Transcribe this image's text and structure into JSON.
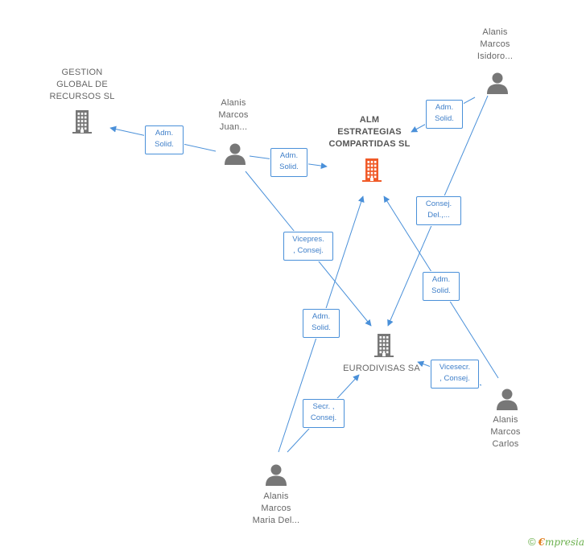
{
  "colors": {
    "edge": "#4a90d9",
    "node_icon": "#777777",
    "focus_icon": "#f05a28",
    "edge_label_text": "#3f7fc9"
  },
  "nodes": {
    "gestion": {
      "label": [
        "GESTION",
        "GLOBAL DE",
        "RECURSOS SL"
      ],
      "icon": "building-icon"
    },
    "alm": {
      "label": [
        "ALM",
        "ESTRATEGIAS",
        "COMPARTIDAS SL"
      ],
      "icon": "building-icon"
    },
    "eurodivisas": {
      "label": [
        "EURODIVISAS SA"
      ],
      "icon": "building-icon"
    },
    "juan": {
      "label": [
        "Alanis",
        "Marcos",
        "Juan..."
      ],
      "icon": "person-icon"
    },
    "isidoro": {
      "label": [
        "Alanis",
        "Marcos",
        "Isidoro..."
      ],
      "icon": "person-icon"
    },
    "carlos": {
      "label": [
        "Alanis",
        "Marcos",
        "Carlos"
      ],
      "icon": "person-icon"
    },
    "maria": {
      "label": [
        "Alanis",
        "Marcos",
        "Maria Del..."
      ],
      "icon": "person-icon"
    }
  },
  "edges": [
    {
      "from": "juan",
      "to": "gestion",
      "label": [
        "Adm.",
        "Solid."
      ]
    },
    {
      "from": "juan",
      "to": "alm",
      "label": [
        "Adm.",
        "Solid."
      ]
    },
    {
      "from": "isidoro",
      "to": "alm",
      "label": [
        "Adm.",
        "Solid."
      ]
    },
    {
      "from": "juan",
      "to": "eurodivisas",
      "label": [
        "Vicepres.",
        ", Consej."
      ]
    },
    {
      "from": "isidoro",
      "to": "eurodivisas",
      "label": [
        "Consej.",
        "Del.,..."
      ]
    },
    {
      "from": "carlos",
      "to": "alm",
      "label": [
        "Adm.",
        "Solid."
      ]
    },
    {
      "from": "maria",
      "to": "alm",
      "label": [
        "Adm.",
        "Solid."
      ]
    },
    {
      "from": "carlos",
      "to": "eurodivisas",
      "label": [
        "Vicesecr.",
        ", Consej."
      ]
    },
    {
      "from": "maria",
      "to": "eurodivisas",
      "label": [
        "Secr. ,",
        "Consej."
      ]
    }
  ],
  "footer": {
    "copyright_symbol": "©",
    "brand_initial": "€",
    "brand_rest": "mpresia"
  }
}
